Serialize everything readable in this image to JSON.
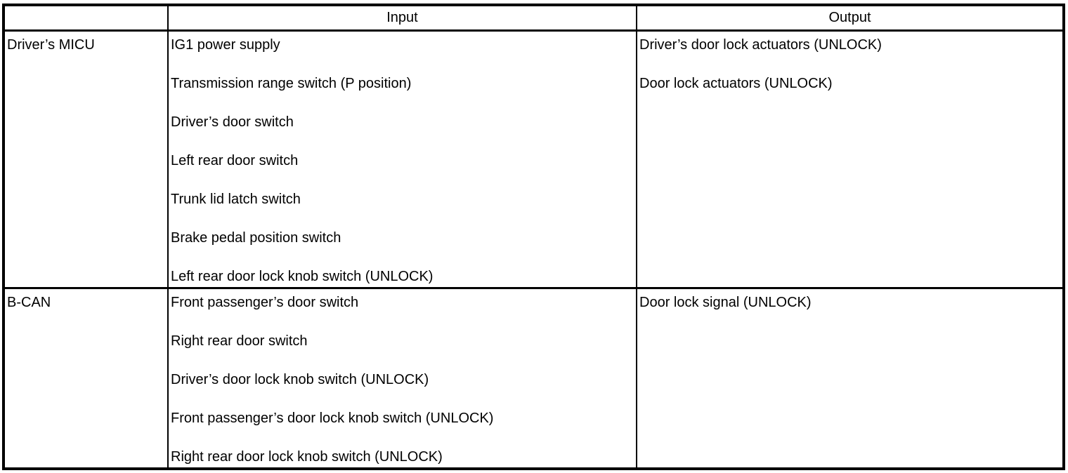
{
  "colors": {
    "background": "#ffffff",
    "border": "#000000",
    "text": "#000000"
  },
  "table": {
    "headers": [
      "",
      "Input",
      "Output"
    ],
    "rows": [
      {
        "source": "Driver’s MICU",
        "inputs": [
          "IG1 power supply",
          "Transmission range switch (P position)",
          "Driver’s door switch",
          "Left rear door switch",
          "Trunk lid latch switch",
          "Brake pedal position switch",
          "Left rear door lock knob switch (UNLOCK)"
        ],
        "outputs": [
          "Driver’s door lock actuators (UNLOCK)",
          "Door lock actuators (UNLOCK)"
        ]
      },
      {
        "source": "B-CAN",
        "inputs": [
          "Front passenger’s door switch",
          "Right rear door switch",
          "Driver’s door lock knob switch (UNLOCK)",
          "Front passenger’s door lock knob switch (UNLOCK)",
          "Right rear door lock knob switch (UNLOCK)"
        ],
        "outputs": [
          "Door lock signal (UNLOCK)"
        ]
      }
    ]
  }
}
